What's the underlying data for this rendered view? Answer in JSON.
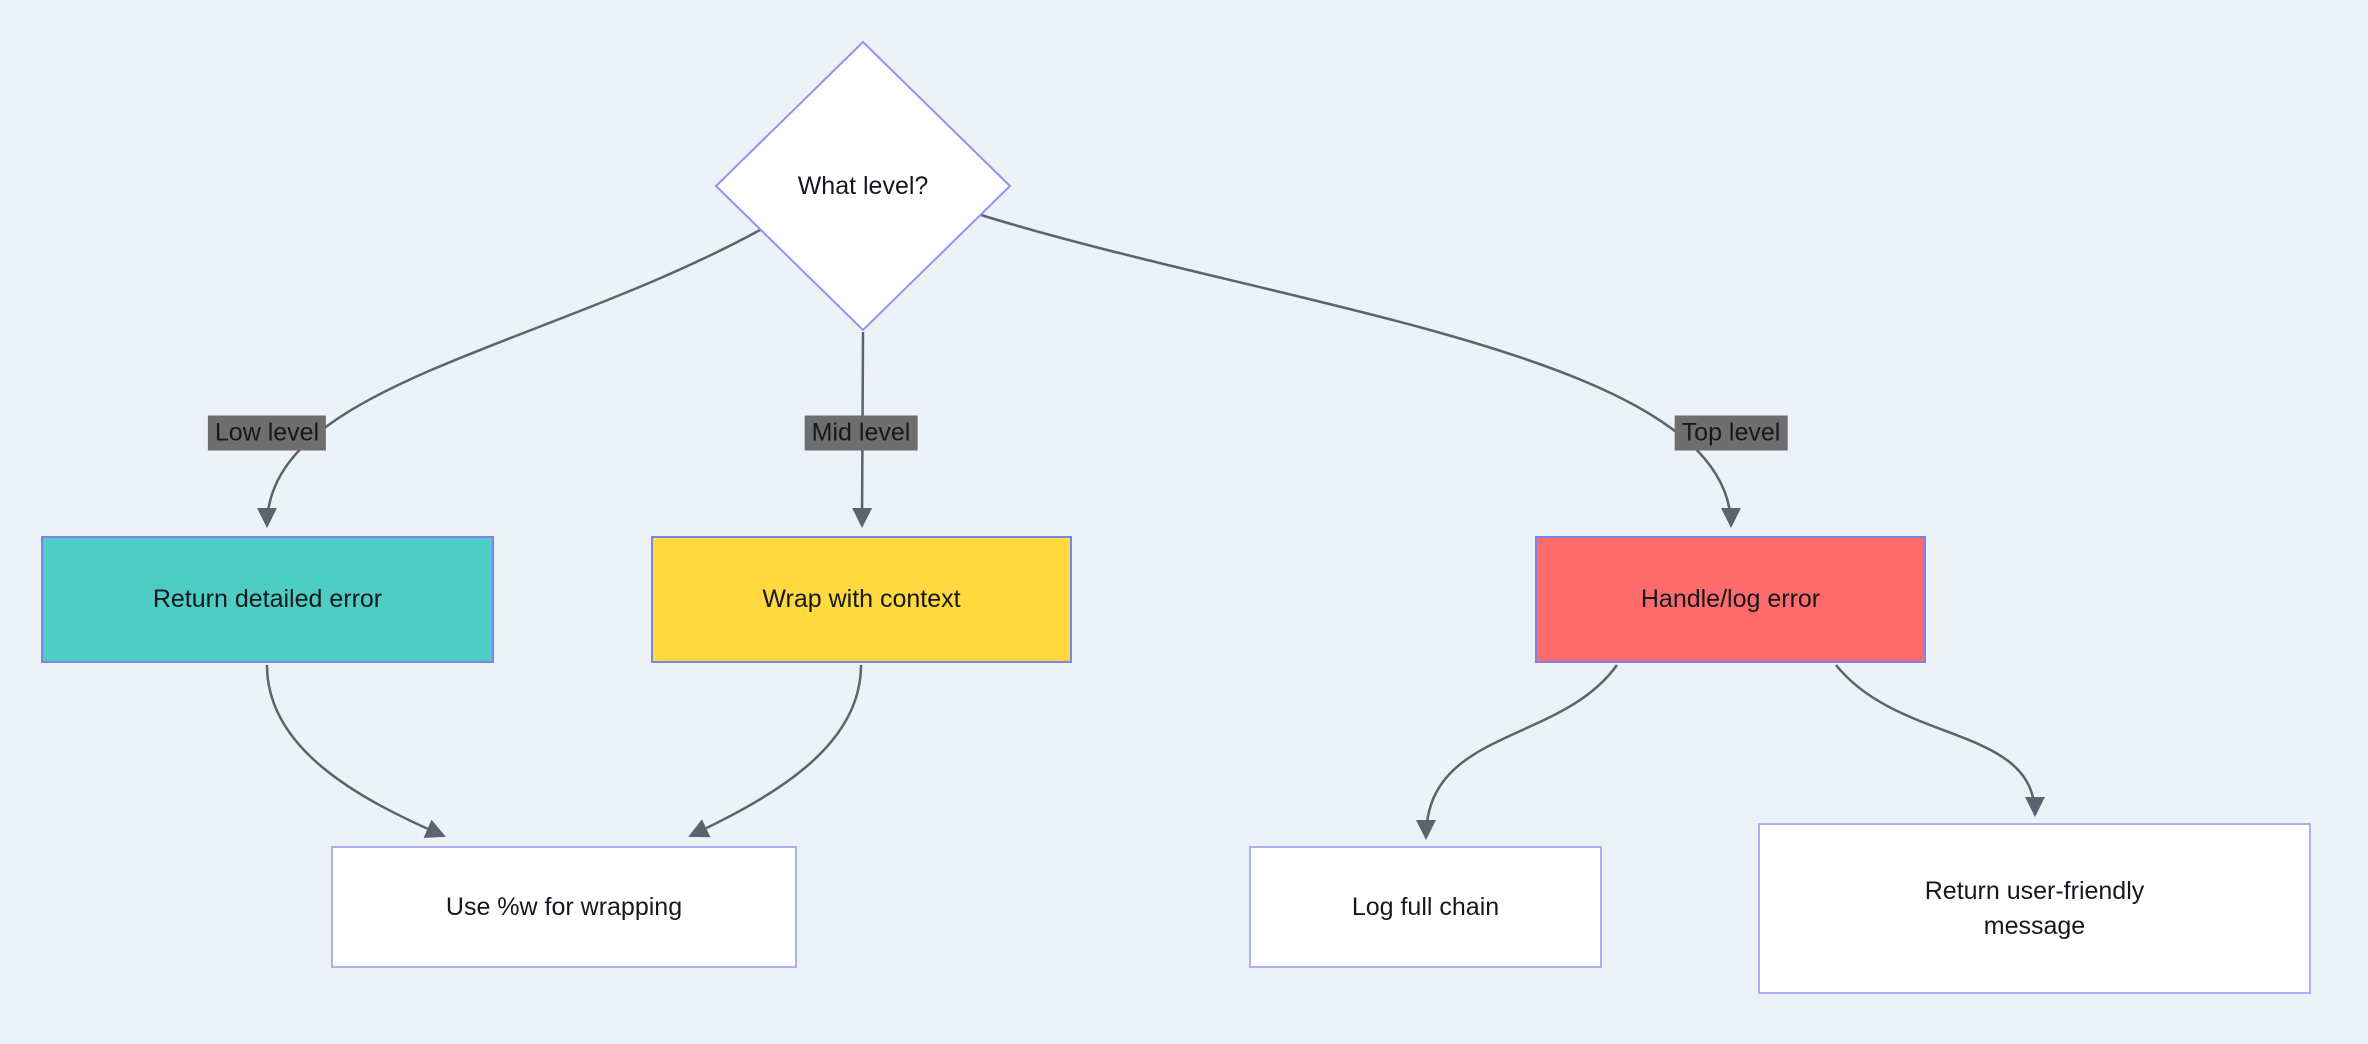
{
  "diagram": {
    "type": "flowchart",
    "direction": "top-down",
    "colors": {
      "background": "#edf1f8",
      "edge": "#5b6370",
      "edge_label_bg": "#6e6e6e",
      "edge_label_text": "#15181e",
      "node_text": "#15181e",
      "colored_node_border": "#7d82e8",
      "plain_node_border": "#abb0f2",
      "diamond_border": "#8e96f2",
      "diamond_fill": "#ffffff"
    },
    "nodes": {
      "decision": {
        "label": "What level?",
        "shape": "diamond",
        "fill": "#ffffff"
      },
      "low_action": {
        "label": "Return detailed error",
        "shape": "rect",
        "fill": "#4ecdc4"
      },
      "mid_action": {
        "label": "Wrap with context",
        "shape": "rect",
        "fill": "#ffd93d"
      },
      "top_action": {
        "label": "Handle/log error",
        "shape": "rect",
        "fill": "#ff6b6b"
      },
      "wrap_note": {
        "label": "Use %w for wrapping",
        "shape": "rect",
        "fill": "#ffffff"
      },
      "log_chain": {
        "label": "Log full chain",
        "shape": "rect",
        "fill": "#ffffff"
      },
      "friendly_msg": {
        "label": "Return user-friendly message",
        "shape": "rect",
        "fill": "#ffffff"
      }
    },
    "edges": [
      {
        "from": "decision",
        "to": "low_action",
        "label": "Low level"
      },
      {
        "from": "decision",
        "to": "mid_action",
        "label": "Mid level"
      },
      {
        "from": "decision",
        "to": "top_action",
        "label": "Top level"
      },
      {
        "from": "low_action",
        "to": "wrap_note",
        "label": ""
      },
      {
        "from": "mid_action",
        "to": "wrap_note",
        "label": ""
      },
      {
        "from": "top_action",
        "to": "log_chain",
        "label": ""
      },
      {
        "from": "top_action",
        "to": "friendly_msg",
        "label": ""
      }
    ]
  }
}
